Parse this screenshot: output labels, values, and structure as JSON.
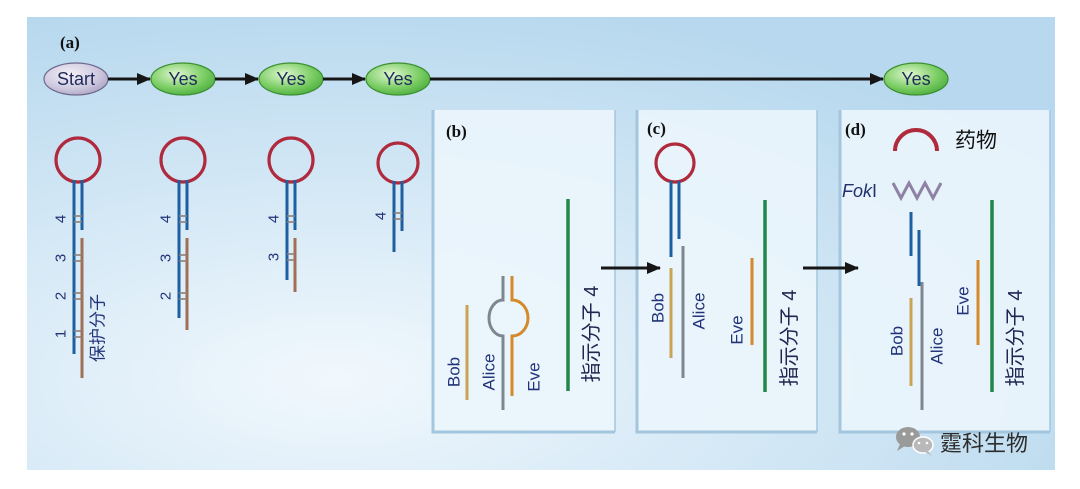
{
  "colors": {
    "background_light": "#f1f8fd",
    "background_dark": "#b7d8ee",
    "panel_fill": "#ebf5fc",
    "panel_edge": "#a3c6de",
    "loop": "#b02a3e",
    "stem": "#1d5fa0",
    "protector": "#a06f55",
    "bob": "#c9a454",
    "alice": "#7e8791",
    "eve": "#d4892a",
    "indicator": "#22874a",
    "enzyme": "#8d82a3",
    "arrow": "#161616",
    "label_text": "#22337a",
    "start_fill": "#cfc9df",
    "yes_fill": "#79cc62"
  },
  "panel_a": {
    "label": "(a)",
    "flow": {
      "start": "Start",
      "steps": [
        "Yes",
        "Yes",
        "Yes",
        "Yes"
      ]
    },
    "hairpins": [
      {
        "segments": [
          "4",
          "3",
          "2",
          "1"
        ],
        "protector_label": "保护分子"
      },
      {
        "segments": [
          "4",
          "3",
          "2"
        ]
      },
      {
        "segments": [
          "4",
          "3"
        ]
      },
      {
        "segments": [
          "4"
        ]
      }
    ]
  },
  "panel_b": {
    "label": "(b)",
    "strands": {
      "bob": "Bob",
      "alice": "Alice",
      "eve": "Eve",
      "indicator": "指示分子 4"
    }
  },
  "panel_c": {
    "label": "(c)",
    "strands": {
      "bob": "Bob",
      "alice": "Alice",
      "eve": "Eve",
      "indicator": "指示分子 4"
    }
  },
  "panel_d": {
    "label": "(d)",
    "drug": "药物",
    "enzyme": {
      "name": "Fok",
      "suffix": "I"
    },
    "strands": {
      "bob": "Bob",
      "alice": "Alice",
      "eve": "Eve",
      "indicator": "指示分子 4"
    }
  },
  "watermark": {
    "icon": "wechat-icon",
    "text": "霆科生物"
  }
}
